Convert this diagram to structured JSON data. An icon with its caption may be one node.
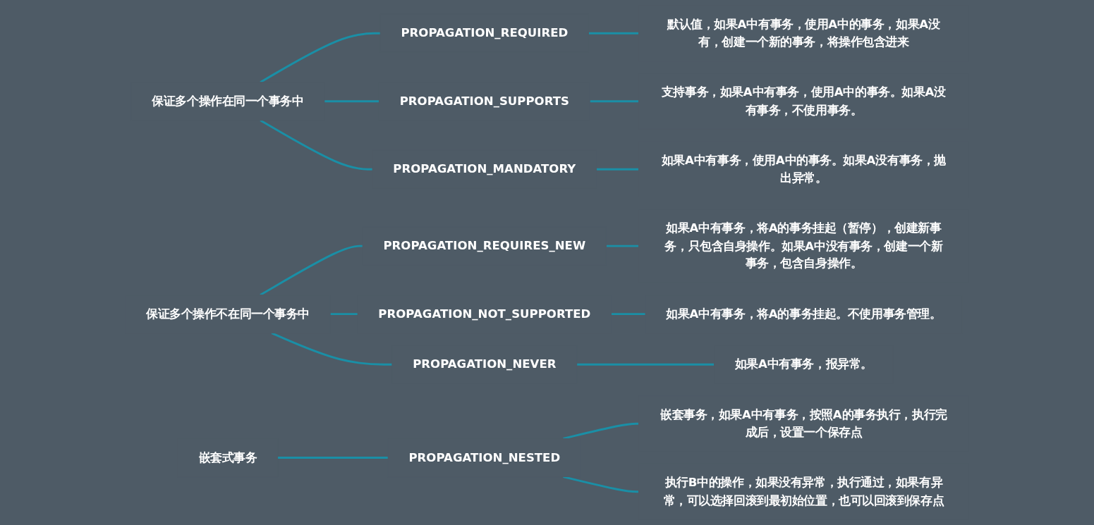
{
  "diagram": {
    "nodes": [
      {
        "text": [
          "保证多个操作在同一个事务中"
        ]
      },
      {
        "text": [
          "PROPAGATION_REQUIRED"
        ]
      },
      {
        "text": [
          "默认值，如果A中有事务，使用A中的事务，如果A没有，创建一个新的事务，将操作包含进来"
        ]
      },
      {
        "text": [
          "PROPAGATION_SUPPORTS"
        ]
      },
      {
        "text": [
          "支持事务，如果A中有事务，使用A中的事务。如果A没有事务，不使用事务。"
        ]
      },
      {
        "text": [
          "PROPAGATION_MANDATORY"
        ]
      },
      {
        "text": [
          "如果A中有事务，使用A中的事务。如果A没有事务，抛出异常。"
        ]
      },
      {
        "text": [
          "保证多个操作不在同一个事务中"
        ]
      },
      {
        "text": [
          "PROPAGATION_REQUIRES_NEW"
        ]
      },
      {
        "text": [
          "如果A中有事务，将A的事务挂起（暂停），创建新事务，只包含自身操作。如果A中没有事务，创建一个新事务，包含自身操作。"
        ]
      },
      {
        "text": [
          "PROPAGATION_NOT_SUPPORTED"
        ]
      },
      {
        "text": [
          "如果A中有事务，将A的事务挂起。不使用事务管理。"
        ]
      },
      {
        "text": [
          "PROPAGATION_NEVER"
        ]
      },
      {
        "text": [
          "如果A中有事务，报异常。"
        ]
      },
      {
        "text": [
          "嵌套式事务"
        ]
      },
      {
        "text": [
          "PROPAGATION_NESTED"
        ]
      },
      {
        "text": [
          "嵌套事务，如果A中有事务，按照A的事务执行，执行完成后，设置一个保存点"
        ]
      },
      {
        "text": [
          "执行B中的操作，如果没有异常，执行通过，如果有异常，可以选择回滚到最初始位置，也可以回滚到保存点"
        ]
      }
    ],
    "edges": [
      {
        "from": 0,
        "to": 1,
        "arrow": "none"
      },
      {
        "from": 0,
        "to": 3,
        "arrow": "none"
      },
      {
        "from": 0,
        "to": 5,
        "arrow": "none"
      },
      {
        "from": 1,
        "to": 2,
        "arrow": "none"
      },
      {
        "from": 3,
        "to": 4,
        "arrow": "none"
      },
      {
        "from": 5,
        "to": 6,
        "arrow": "none"
      },
      {
        "from": 7,
        "to": 8,
        "arrow": "none"
      },
      {
        "from": 7,
        "to": 10,
        "arrow": "none"
      },
      {
        "from": 7,
        "to": 12,
        "arrow": "none"
      },
      {
        "from": 8,
        "to": 9,
        "arrow": "none"
      },
      {
        "from": 10,
        "to": 11,
        "arrow": "none"
      },
      {
        "from": 12,
        "to": 13,
        "arrow": "none"
      },
      {
        "from": 14,
        "to": 15,
        "arrow": "none"
      },
      {
        "from": 15,
        "to": 16,
        "arrow": "none"
      },
      {
        "from": 15,
        "to": 17,
        "arrow": "none"
      }
    ]
  }
}
